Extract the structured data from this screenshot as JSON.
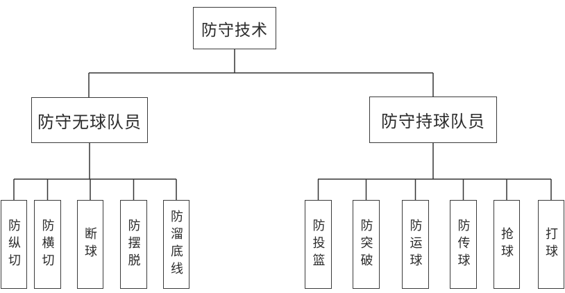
{
  "diagram": {
    "title": "防守技术",
    "root": {
      "label": "防守技术"
    },
    "branches": [
      {
        "label": "防守无球队员",
        "children": [
          "防纵切",
          "防横切",
          "断球",
          "防摆脱",
          "防溜底线"
        ]
      },
      {
        "label": "防守持球队员",
        "children": [
          "防投篮",
          "防突破",
          "防运球",
          "防传球",
          "抢球",
          "打球"
        ]
      }
    ],
    "colors": {
      "background": "#ffffff",
      "line": "#333333",
      "box_border": "#3a3a3a",
      "text": "#2b2b2b"
    }
  }
}
